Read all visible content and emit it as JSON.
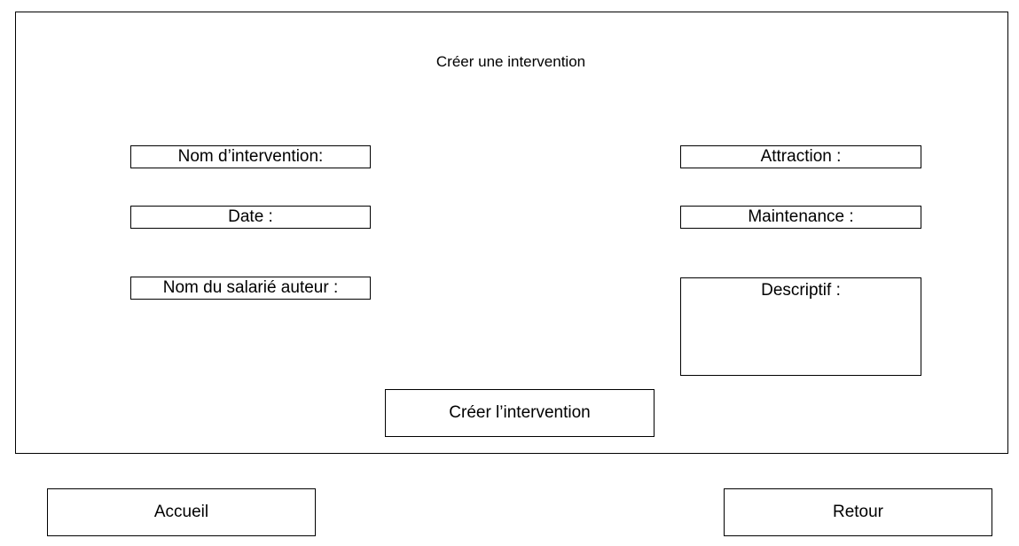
{
  "form": {
    "title": "Créer une intervention",
    "fields": {
      "nom_intervention": "Nom d’intervention:",
      "date": "Date :",
      "nom_salarie": "Nom du salarié auteur :",
      "attraction": "Attraction :",
      "maintenance": "Maintenance :",
      "descriptif": "Descriptif :"
    },
    "submit_label": "Créer l’intervention"
  },
  "footer": {
    "home_label": "Accueil",
    "back_label": "Retour"
  }
}
